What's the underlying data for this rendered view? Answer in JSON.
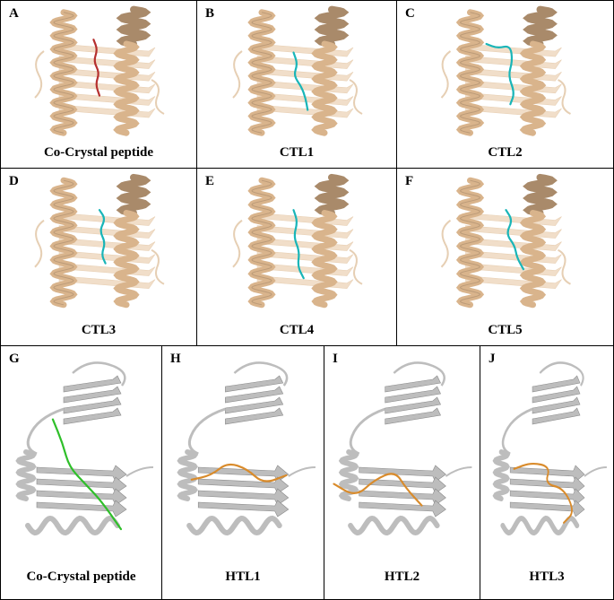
{
  "top_panels": [
    {
      "letter": "A",
      "caption": "Co-Crystal peptide",
      "peptide_color": "#b5302f"
    },
    {
      "letter": "B",
      "caption": "CTL1",
      "peptide_color": "#19b5b8"
    },
    {
      "letter": "C",
      "caption": "CTL2",
      "peptide_color": "#19b5b8"
    },
    {
      "letter": "D",
      "caption": "CTL3",
      "peptide_color": "#19b5b8"
    },
    {
      "letter": "E",
      "caption": "CTL4",
      "peptide_color": "#19b5b8"
    },
    {
      "letter": "F",
      "caption": "CTL5",
      "peptide_color": "#19b5b8"
    }
  ],
  "bottom_panels": [
    {
      "letter": "G",
      "caption": "Co-Crystal peptide",
      "peptide_color": "#2fbf2a"
    },
    {
      "letter": "H",
      "caption": "HTL1",
      "peptide_color": "#d98b2b"
    },
    {
      "letter": "I",
      "caption": "HTL2",
      "peptide_color": "#d98b2b"
    },
    {
      "letter": "J",
      "caption": "HTL3",
      "peptide_color": "#d98b2b"
    }
  ],
  "colors": {
    "mhc1_helix": "#d9b48c",
    "mhc1_helix_dark": "#a98a6a",
    "mhc1_sheet": "#efd9c0",
    "mhc2_ribbon": "#bdbdbd",
    "mhc2_dark": "#8a8a8a"
  }
}
